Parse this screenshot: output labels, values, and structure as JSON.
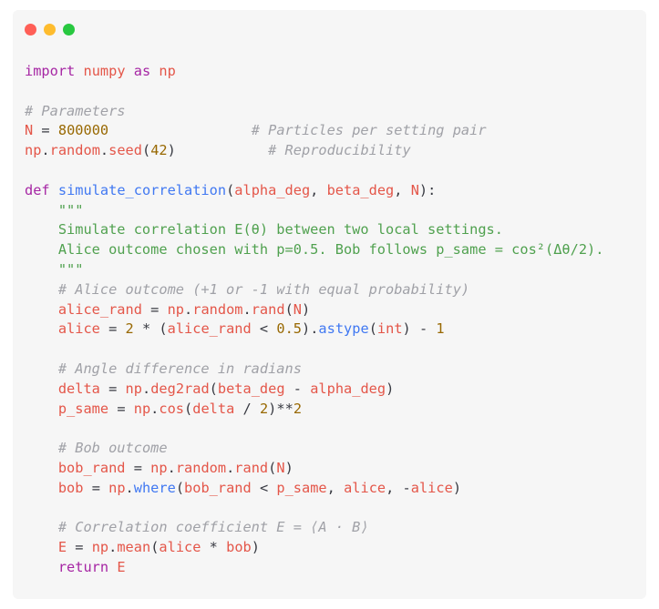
{
  "window": {
    "controls": [
      {
        "name": "close",
        "color": "#ff5f57"
      },
      {
        "name": "minimize",
        "color": "#febc2e"
      },
      {
        "name": "maximize",
        "color": "#28c840"
      }
    ]
  },
  "editor": {
    "language": "python",
    "lines": [
      [
        {
          "t": "import",
          "k": "keyword"
        },
        {
          "t": " ",
          "k": "plain"
        },
        {
          "t": "numpy",
          "k": "ident"
        },
        {
          "t": " ",
          "k": "plain"
        },
        {
          "t": "as",
          "k": "keyword"
        },
        {
          "t": " ",
          "k": "plain"
        },
        {
          "t": "np",
          "k": "ident"
        }
      ],
      [],
      [
        {
          "t": "# Parameters",
          "k": "comment"
        }
      ],
      [
        {
          "t": "N",
          "k": "ident"
        },
        {
          "t": " = ",
          "k": "plain"
        },
        {
          "t": "800000",
          "k": "number"
        },
        {
          "t": "                 ",
          "k": "plain"
        },
        {
          "t": "# Particles per setting pair",
          "k": "comment"
        }
      ],
      [
        {
          "t": "np",
          "k": "ident"
        },
        {
          "t": ".",
          "k": "plain"
        },
        {
          "t": "random",
          "k": "ident"
        },
        {
          "t": ".",
          "k": "plain"
        },
        {
          "t": "seed",
          "k": "ident"
        },
        {
          "t": "(",
          "k": "plain"
        },
        {
          "t": "42",
          "k": "number"
        },
        {
          "t": ")",
          "k": "plain"
        },
        {
          "t": "           ",
          "k": "plain"
        },
        {
          "t": "# Reproducibility",
          "k": "comment"
        }
      ],
      [],
      [
        {
          "t": "def",
          "k": "keyword"
        },
        {
          "t": " ",
          "k": "plain"
        },
        {
          "t": "simulate_correlation",
          "k": "func"
        },
        {
          "t": "(",
          "k": "plain"
        },
        {
          "t": "alpha_deg",
          "k": "ident"
        },
        {
          "t": ", ",
          "k": "plain"
        },
        {
          "t": "beta_deg",
          "k": "ident"
        },
        {
          "t": ", ",
          "k": "plain"
        },
        {
          "t": "N",
          "k": "ident"
        },
        {
          "t": "):",
          "k": "plain"
        }
      ],
      [
        {
          "t": "    \"\"\"",
          "k": "string"
        }
      ],
      [
        {
          "t": "    Simulate correlation E(θ) between two local settings.",
          "k": "string"
        }
      ],
      [
        {
          "t": "    Alice outcome chosen with p=0.5. Bob follows p_same = cos²(Δθ/2).",
          "k": "string"
        }
      ],
      [
        {
          "t": "    \"\"\"",
          "k": "string"
        }
      ],
      [
        {
          "t": "    ",
          "k": "plain"
        },
        {
          "t": "# Alice outcome (+1 or -1 with equal probability)",
          "k": "comment"
        }
      ],
      [
        {
          "t": "    ",
          "k": "plain"
        },
        {
          "t": "alice_rand",
          "k": "ident"
        },
        {
          "t": " = ",
          "k": "plain"
        },
        {
          "t": "np",
          "k": "ident"
        },
        {
          "t": ".",
          "k": "plain"
        },
        {
          "t": "random",
          "k": "ident"
        },
        {
          "t": ".",
          "k": "plain"
        },
        {
          "t": "rand",
          "k": "ident"
        },
        {
          "t": "(",
          "k": "plain"
        },
        {
          "t": "N",
          "k": "ident"
        },
        {
          "t": ")",
          "k": "plain"
        }
      ],
      [
        {
          "t": "    ",
          "k": "plain"
        },
        {
          "t": "alice",
          "k": "ident"
        },
        {
          "t": " = ",
          "k": "plain"
        },
        {
          "t": "2",
          "k": "number"
        },
        {
          "t": " * (",
          "k": "plain"
        },
        {
          "t": "alice_rand",
          "k": "ident"
        },
        {
          "t": " < ",
          "k": "plain"
        },
        {
          "t": "0.5",
          "k": "number"
        },
        {
          "t": ").",
          "k": "plain"
        },
        {
          "t": "astype",
          "k": "func"
        },
        {
          "t": "(",
          "k": "plain"
        },
        {
          "t": "int",
          "k": "ident"
        },
        {
          "t": ") - ",
          "k": "plain"
        },
        {
          "t": "1",
          "k": "number"
        }
      ],
      [],
      [
        {
          "t": "    ",
          "k": "plain"
        },
        {
          "t": "# Angle difference in radians",
          "k": "comment"
        }
      ],
      [
        {
          "t": "    ",
          "k": "plain"
        },
        {
          "t": "delta",
          "k": "ident"
        },
        {
          "t": " = ",
          "k": "plain"
        },
        {
          "t": "np",
          "k": "ident"
        },
        {
          "t": ".",
          "k": "plain"
        },
        {
          "t": "deg2rad",
          "k": "ident"
        },
        {
          "t": "(",
          "k": "plain"
        },
        {
          "t": "beta_deg",
          "k": "ident"
        },
        {
          "t": " - ",
          "k": "plain"
        },
        {
          "t": "alpha_deg",
          "k": "ident"
        },
        {
          "t": ")",
          "k": "plain"
        }
      ],
      [
        {
          "t": "    ",
          "k": "plain"
        },
        {
          "t": "p_same",
          "k": "ident"
        },
        {
          "t": " = ",
          "k": "plain"
        },
        {
          "t": "np",
          "k": "ident"
        },
        {
          "t": ".",
          "k": "plain"
        },
        {
          "t": "cos",
          "k": "ident"
        },
        {
          "t": "(",
          "k": "plain"
        },
        {
          "t": "delta",
          "k": "ident"
        },
        {
          "t": " / ",
          "k": "plain"
        },
        {
          "t": "2",
          "k": "number"
        },
        {
          "t": ")**",
          "k": "plain"
        },
        {
          "t": "2",
          "k": "number"
        }
      ],
      [],
      [
        {
          "t": "    ",
          "k": "plain"
        },
        {
          "t": "# Bob outcome",
          "k": "comment"
        }
      ],
      [
        {
          "t": "    ",
          "k": "plain"
        },
        {
          "t": "bob_rand",
          "k": "ident"
        },
        {
          "t": " = ",
          "k": "plain"
        },
        {
          "t": "np",
          "k": "ident"
        },
        {
          "t": ".",
          "k": "plain"
        },
        {
          "t": "random",
          "k": "ident"
        },
        {
          "t": ".",
          "k": "plain"
        },
        {
          "t": "rand",
          "k": "ident"
        },
        {
          "t": "(",
          "k": "plain"
        },
        {
          "t": "N",
          "k": "ident"
        },
        {
          "t": ")",
          "k": "plain"
        }
      ],
      [
        {
          "t": "    ",
          "k": "plain"
        },
        {
          "t": "bob",
          "k": "ident"
        },
        {
          "t": " = ",
          "k": "plain"
        },
        {
          "t": "np",
          "k": "ident"
        },
        {
          "t": ".",
          "k": "plain"
        },
        {
          "t": "where",
          "k": "func"
        },
        {
          "t": "(",
          "k": "plain"
        },
        {
          "t": "bob_rand",
          "k": "ident"
        },
        {
          "t": " < ",
          "k": "plain"
        },
        {
          "t": "p_same",
          "k": "ident"
        },
        {
          "t": ", ",
          "k": "plain"
        },
        {
          "t": "alice",
          "k": "ident"
        },
        {
          "t": ", -",
          "k": "plain"
        },
        {
          "t": "alice",
          "k": "ident"
        },
        {
          "t": ")",
          "k": "plain"
        }
      ],
      [],
      [
        {
          "t": "    ",
          "k": "plain"
        },
        {
          "t": "# Correlation coefficient E = ⟨A · B⟩",
          "k": "comment"
        }
      ],
      [
        {
          "t": "    ",
          "k": "plain"
        },
        {
          "t": "E",
          "k": "ident"
        },
        {
          "t": " = ",
          "k": "plain"
        },
        {
          "t": "np",
          "k": "ident"
        },
        {
          "t": ".",
          "k": "plain"
        },
        {
          "t": "mean",
          "k": "ident"
        },
        {
          "t": "(",
          "k": "plain"
        },
        {
          "t": "alice",
          "k": "ident"
        },
        {
          "t": " * ",
          "k": "plain"
        },
        {
          "t": "bob",
          "k": "ident"
        },
        {
          "t": ")",
          "k": "plain"
        }
      ],
      [
        {
          "t": "    ",
          "k": "plain"
        },
        {
          "t": "return",
          "k": "keyword"
        },
        {
          "t": " ",
          "k": "plain"
        },
        {
          "t": "E",
          "k": "ident"
        }
      ]
    ]
  }
}
